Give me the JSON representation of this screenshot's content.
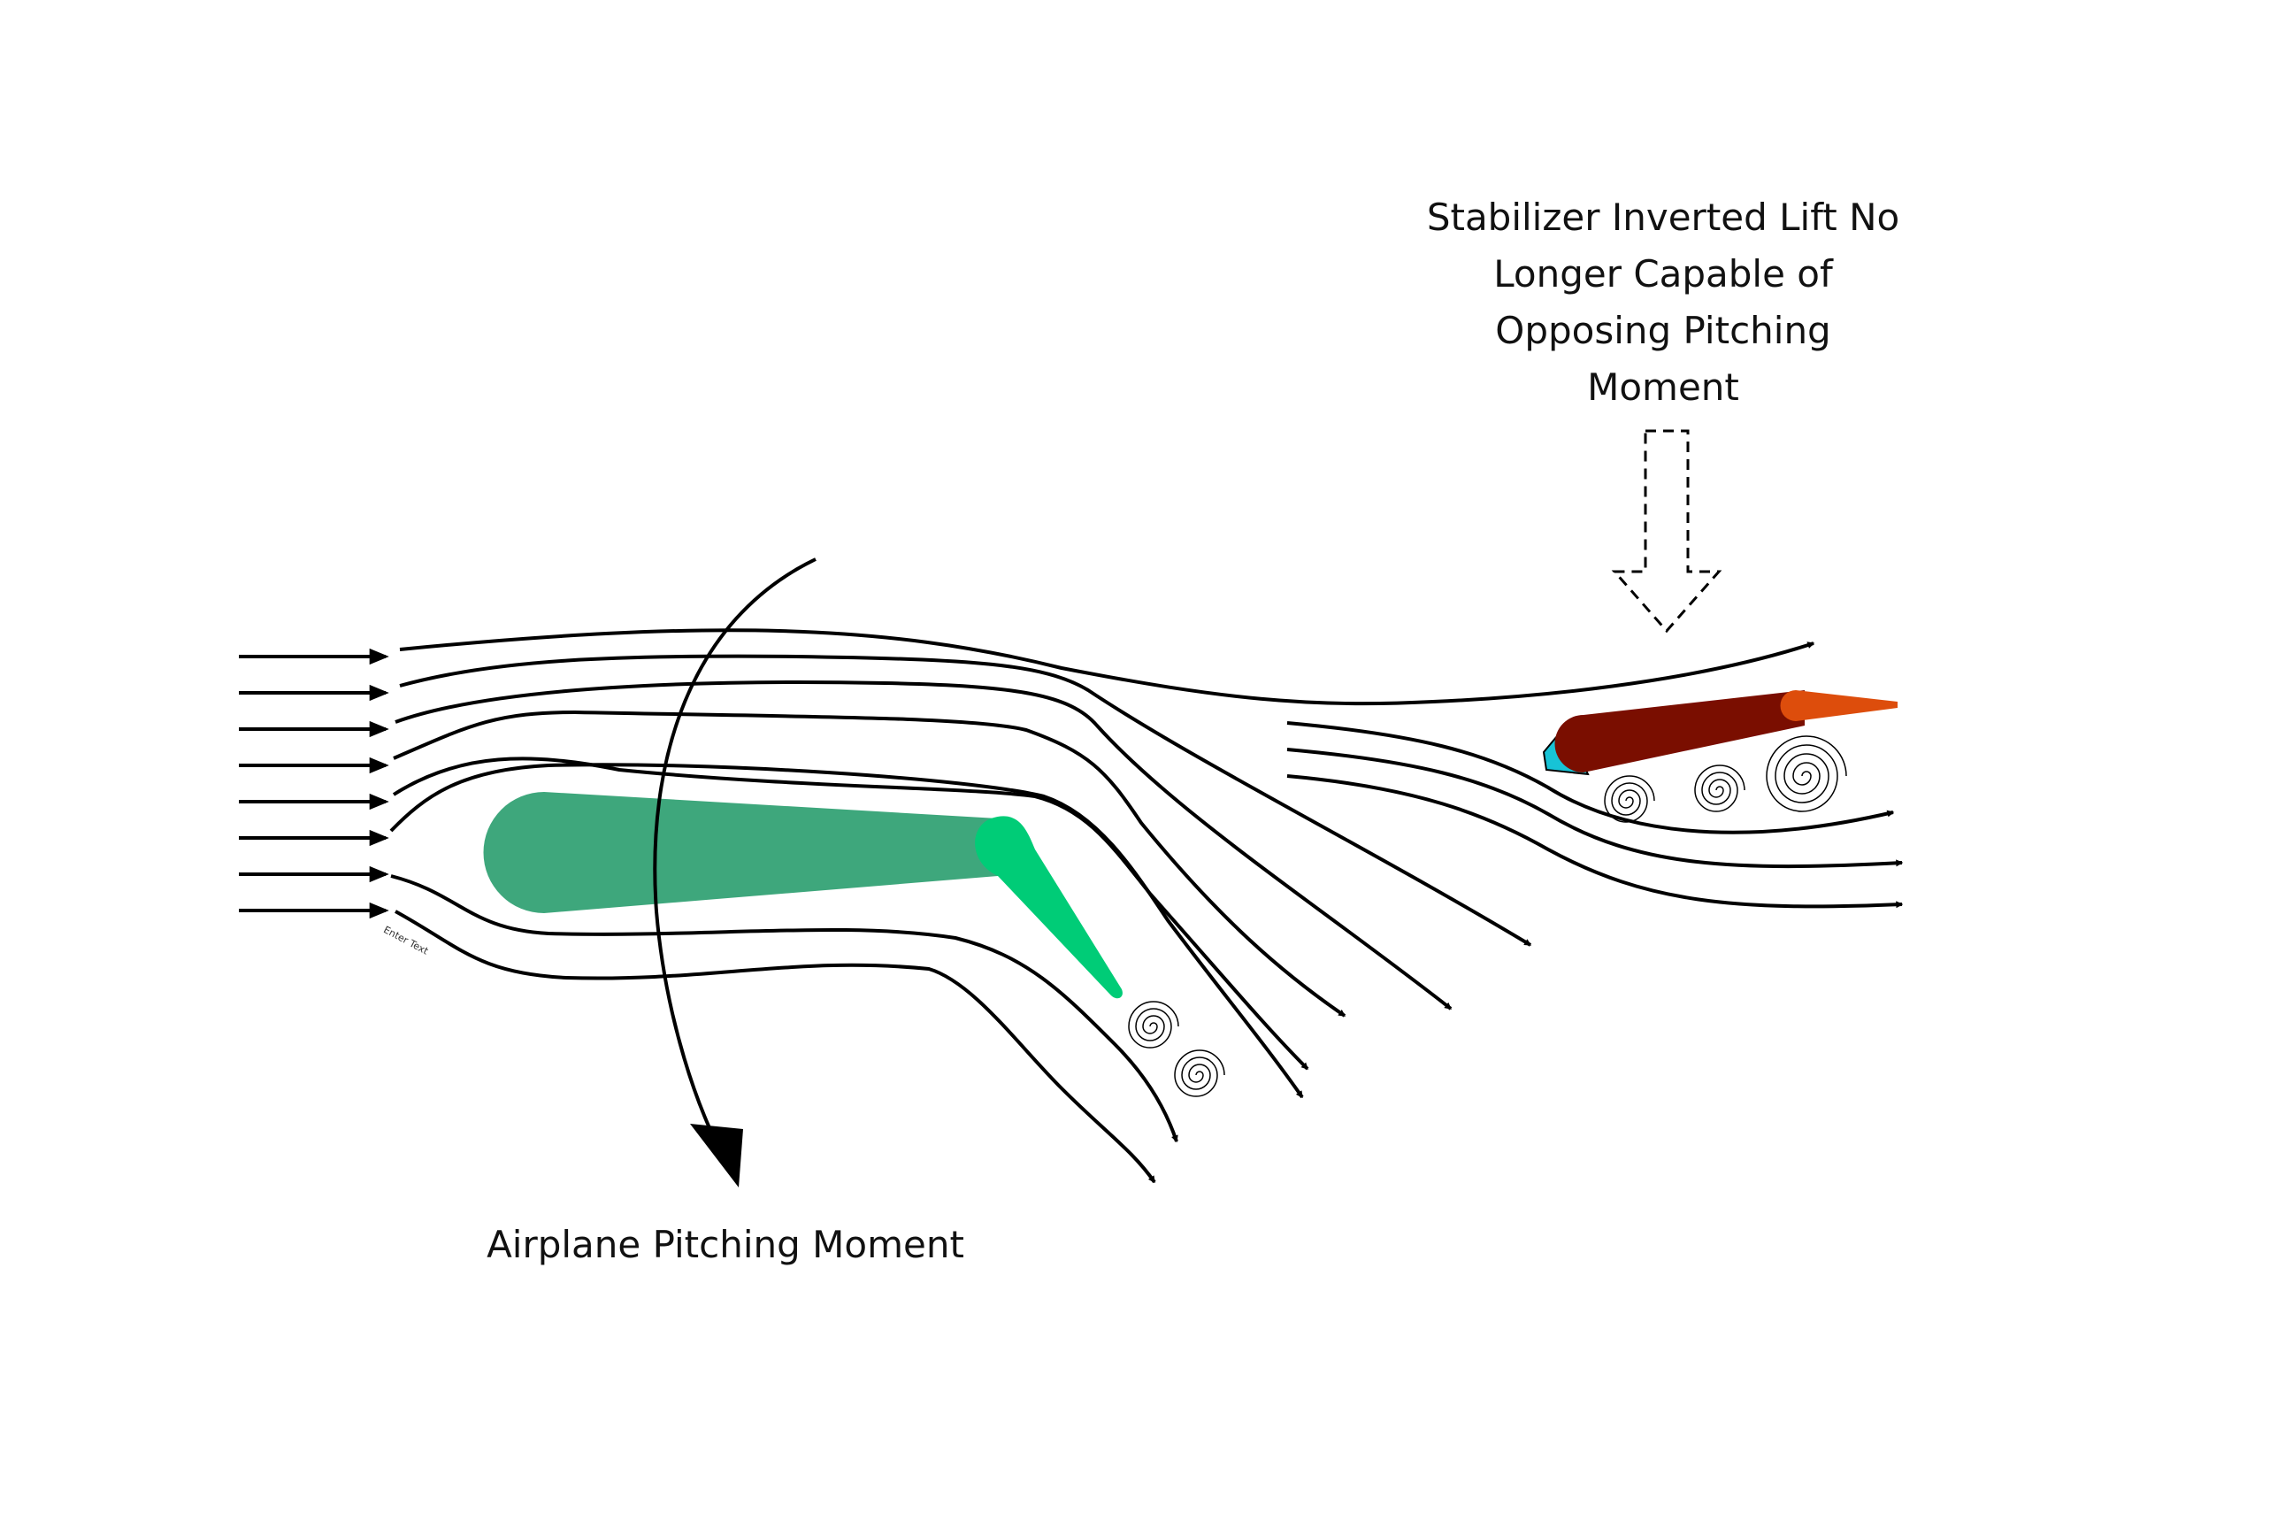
{
  "labels": {
    "stabilizer_lines": [
      "Stabilizer Inverted Lift No",
      "Longer Capable of",
      "Opposing Pitching",
      "Moment"
    ],
    "pitching_moment": "Airplane Pitching Moment",
    "enter_text": "Enter Text"
  },
  "colors": {
    "wing": "#3ea77c",
    "flap": "#00cc77",
    "stabilizer": "#7a0e00",
    "elevator": "#dd4d0c",
    "stabilizer_leading_edge": "#17c3d6",
    "stroke": "#000000"
  }
}
